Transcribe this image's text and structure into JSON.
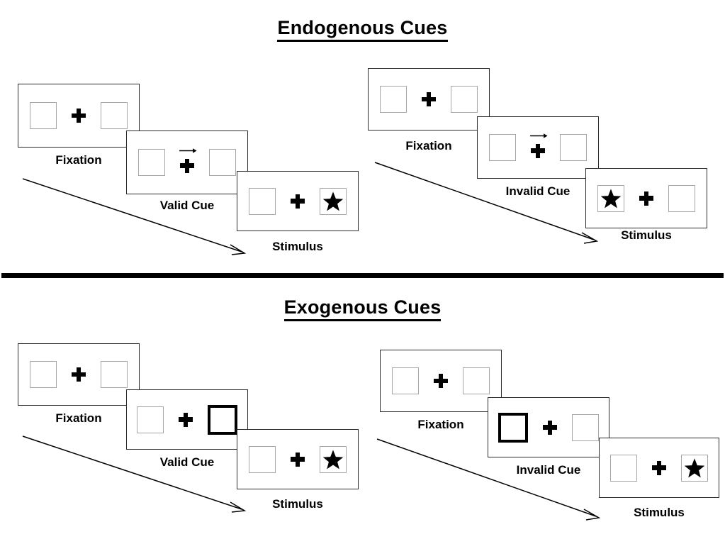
{
  "figure": {
    "title_top": "Endogenous Cues",
    "title_bottom": "Exogenous Cues"
  },
  "sections": [
    {
      "id": "endogenous",
      "title": "Endogenous Cues",
      "groups": [
        {
          "id": "endogenous-valid",
          "cue_label": "Valid Cue",
          "panels": [
            {
              "label": "Fixation",
              "left_box": "empty",
              "right_box": "empty",
              "cue": "none"
            },
            {
              "label": "Valid Cue",
              "left_box": "empty",
              "right_box": "empty",
              "cue": "arrow-right"
            },
            {
              "label": "Stimulus",
              "left_box": "empty",
              "right_box": "star",
              "cue": "none"
            }
          ]
        },
        {
          "id": "endogenous-invalid",
          "cue_label": "Invalid Cue",
          "panels": [
            {
              "label": "Fixation",
              "left_box": "empty",
              "right_box": "empty",
              "cue": "none"
            },
            {
              "label": "Invalid Cue",
              "left_box": "empty",
              "right_box": "empty",
              "cue": "arrow-right"
            },
            {
              "label": "Stimulus",
              "left_box": "star",
              "right_box": "empty",
              "cue": "none"
            }
          ]
        }
      ]
    },
    {
      "id": "exogenous",
      "title": "Exogenous Cues",
      "groups": [
        {
          "id": "exogenous-valid",
          "cue_label": "Valid Cue",
          "panels": [
            {
              "label": "Fixation",
              "left_box": "empty",
              "right_box": "empty",
              "cue": "none"
            },
            {
              "label": "Valid Cue",
              "left_box": "empty",
              "right_box": "highlight",
              "cue": "none"
            },
            {
              "label": "Stimulus",
              "left_box": "empty",
              "right_box": "star",
              "cue": "none"
            }
          ]
        },
        {
          "id": "exogenous-invalid",
          "cue_label": "Invalid Cue",
          "panels": [
            {
              "label": "Fixation",
              "left_box": "empty",
              "right_box": "empty",
              "cue": "none"
            },
            {
              "label": "Invalid Cue",
              "left_box": "highlight",
              "right_box": "empty",
              "cue": "none"
            },
            {
              "label": "Stimulus",
              "left_box": "empty",
              "right_box": "star",
              "cue": "none"
            }
          ]
        }
      ]
    }
  ],
  "labels": {
    "fixation": "Fixation",
    "valid_cue": "Valid Cue",
    "invalid_cue": "Invalid Cue",
    "stimulus": "Stimulus"
  },
  "colors": {
    "ink": "#000000",
    "panel_border": "#2b2b2b",
    "box_border": "#a6a6a6",
    "cue_border": "#000000",
    "background": "#ffffff"
  },
  "icons": {
    "fixation_cross": "plus-icon",
    "cue_arrow": "arrow-right-icon",
    "target": "star-icon",
    "time_flow": "time-arrow-icon"
  }
}
